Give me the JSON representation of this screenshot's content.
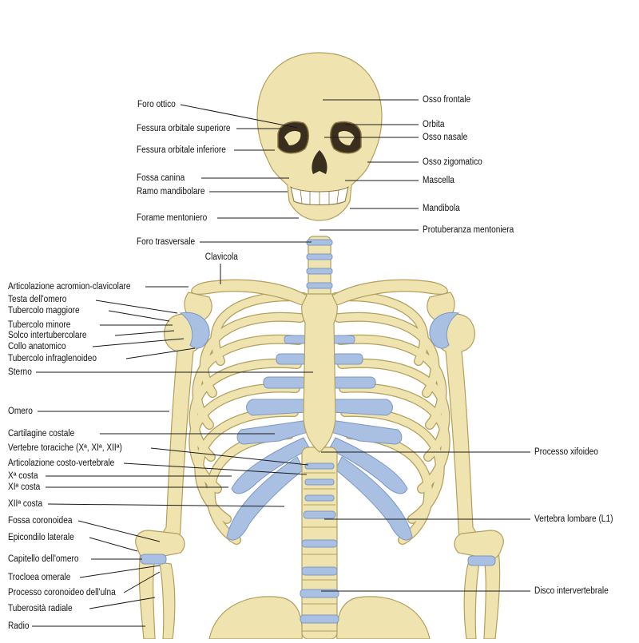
{
  "diagram": {
    "subject": "Scheletro umano (vista anteriore, parte superiore)",
    "colors": {
      "bone": "#efe4b0",
      "bone_shade": "#d9c987",
      "outline": "#b39f5c",
      "cartilage": "#a9c0e3",
      "cartilage_outline": "#7d97c4",
      "leader_line": "#1a1a1a",
      "text": "#111111"
    },
    "labels_left": [
      {
        "id": "foro-ottico",
        "text": "Foro ottico"
      },
      {
        "id": "fessura-orbitale-superiore",
        "text": "Fessura orbitale superiore"
      },
      {
        "id": "fessura-orbitale-inferiore",
        "text": "Fessura orbitale inferiore"
      },
      {
        "id": "fossa-canina",
        "text": "Fossa canina"
      },
      {
        "id": "ramo-mandibolare",
        "text": "Ramo mandibolare"
      },
      {
        "id": "forame-mentoniero",
        "text": "Forame mentoniero"
      },
      {
        "id": "foro-trasversale",
        "text": "Foro trasversale"
      },
      {
        "id": "articolazione-acromion-clavicolare",
        "text": "Articolazione acromion-clavicolare"
      },
      {
        "id": "testa-omero",
        "text": "Testa dell'omero"
      },
      {
        "id": "tubercolo-maggiore",
        "text": "Tubercolo maggiore"
      },
      {
        "id": "tubercolo-minore",
        "text": "Tubercolo minore"
      },
      {
        "id": "solco-intertubercolare",
        "text": "Solco intertubercolare"
      },
      {
        "id": "collo-anatomico",
        "text": "Collo anatomico"
      },
      {
        "id": "tubercolo-infraglenoideo",
        "text": "Tubercolo infraglenoideo"
      },
      {
        "id": "sterno",
        "text": "Sterno"
      },
      {
        "id": "omero",
        "text": "Omero"
      },
      {
        "id": "cartilagine-costale",
        "text": "Cartilagine costale"
      },
      {
        "id": "vertebre-toraciche",
        "text": "Vertebre toraciche (Xª, XIª, XIIª)"
      },
      {
        "id": "articolazione-costo-vertebrale",
        "text": "Articolazione costo-vertebrale"
      },
      {
        "id": "x-costa",
        "text": "Xª costa"
      },
      {
        "id": "xi-costa",
        "text": "XIª costa"
      },
      {
        "id": "xii-costa",
        "text": "XIIª costa"
      },
      {
        "id": "fossa-coronoidea",
        "text": "Fossa coronoidea"
      },
      {
        "id": "epicondilo-laterale",
        "text": "Epicondilo laterale"
      },
      {
        "id": "capitello-omero",
        "text": "Capitello dell'omero"
      },
      {
        "id": "troclea-omerale",
        "text": "Trocloea omerale"
      },
      {
        "id": "processo-coronoideo-ulna",
        "text": "Processo coronoideo dell'ulna"
      },
      {
        "id": "tuberosita-radiale",
        "text": "Tuberosità radiale"
      },
      {
        "id": "radio",
        "text": "Radio"
      }
    ],
    "labels_right": [
      {
        "id": "osso-frontale",
        "text": "Osso frontale"
      },
      {
        "id": "orbita",
        "text": "Orbita"
      },
      {
        "id": "osso-nasale",
        "text": "Osso nasale"
      },
      {
        "id": "osso-zigomatico",
        "text": "Osso zigomatico"
      },
      {
        "id": "mascella",
        "text": "Mascella"
      },
      {
        "id": "mandibola",
        "text": "Mandibola"
      },
      {
        "id": "protuberanza-mentoniera",
        "text": "Protuberanza mentoniera"
      },
      {
        "id": "processo-xifoideo",
        "text": "Processo xifoideo"
      },
      {
        "id": "vertebra-lombare",
        "text": "Vertebra lombare (L1)"
      },
      {
        "id": "disco-intervertebrale",
        "text": "Disco intervertebrale"
      }
    ],
    "labels_top": [
      {
        "id": "clavicola",
        "text": "Clavicola"
      }
    ]
  }
}
